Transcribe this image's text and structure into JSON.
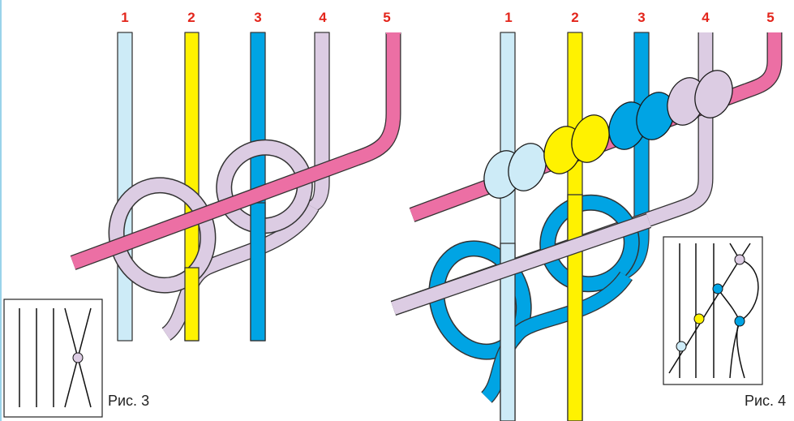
{
  "colors": {
    "thread1": "#cdebf7",
    "thread2": "#fff200",
    "thread3": "#00a4e4",
    "thread4": "#dccce3",
    "thread5": "#ec6fa4",
    "number_red": "#e3251b",
    "outline": "#333333"
  },
  "figure3": {
    "numbers": [
      "1",
      "2",
      "3",
      "4",
      "5"
    ],
    "caption": "Рис. 3"
  },
  "figure4": {
    "numbers": [
      "1",
      "2",
      "3",
      "4",
      "5"
    ],
    "caption": "Рис. 4"
  }
}
